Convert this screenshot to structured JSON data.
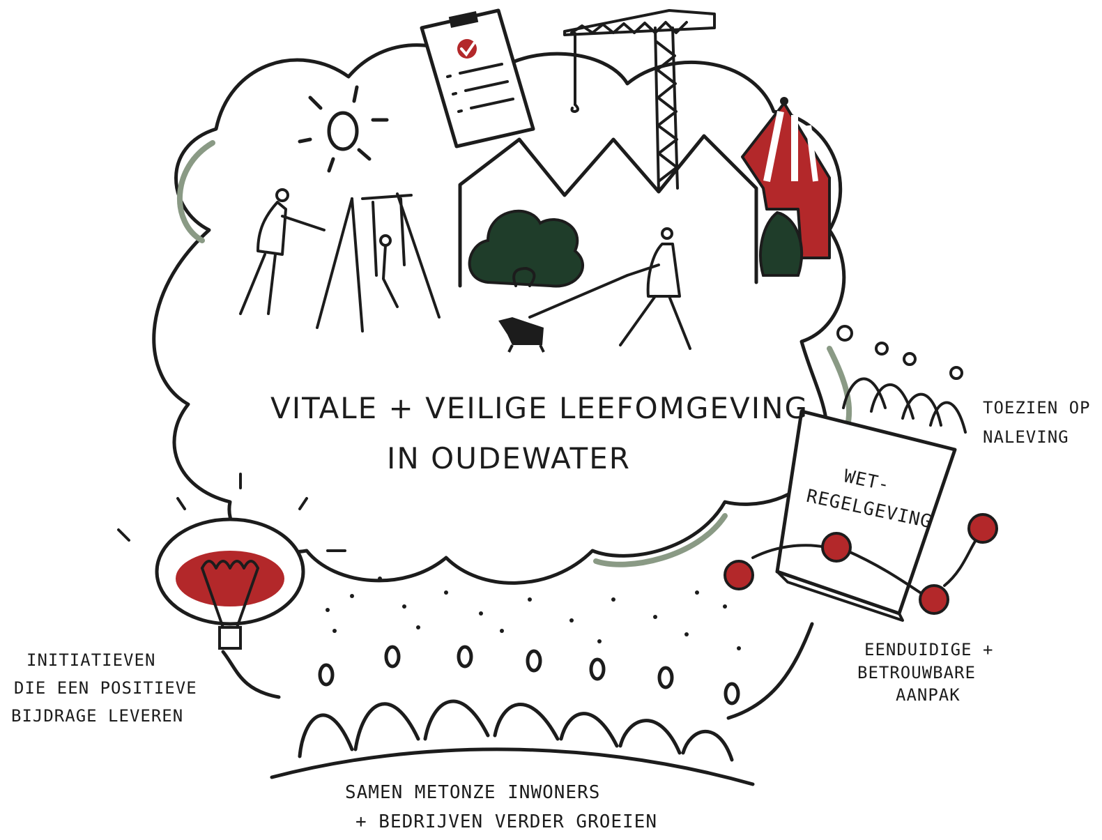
{
  "colors": {
    "ink": "#1c1c1c",
    "red": "#b3282a",
    "green": "#1f3d2a",
    "sage": "#8a9a85",
    "shadow": "#8f8f8f"
  },
  "center": {
    "line1": "VITALE + VEILIGE LEEFOMGEVING",
    "line2": "IN OUDEWATER"
  },
  "book": {
    "line1": "WET-",
    "line2": "REGELGEVING"
  },
  "labels": {
    "toezien": [
      "TOEZIEN OP",
      "NALEVING"
    ],
    "initiatieven": [
      "INITIATIEVEN",
      "DIE EEN POSITIEVE",
      "BIJDRAGE LEVEREN"
    ],
    "eenduidige": [
      "EENDUIDIGE +",
      "BETROUWBARE",
      "AANPAK"
    ],
    "samen": [
      "SAMEN METONZE INWONERS",
      "+ BEDRIJVEN VERDER GROEIEN"
    ]
  },
  "icons": [
    "cloud-icon",
    "sun-icon",
    "clipboard-icon",
    "crane-icon",
    "tent-icon",
    "tree-icon",
    "dog-icon",
    "person-icon",
    "lightbulb-icon",
    "book-icon",
    "path-dots-icon",
    "crowd-icon"
  ]
}
